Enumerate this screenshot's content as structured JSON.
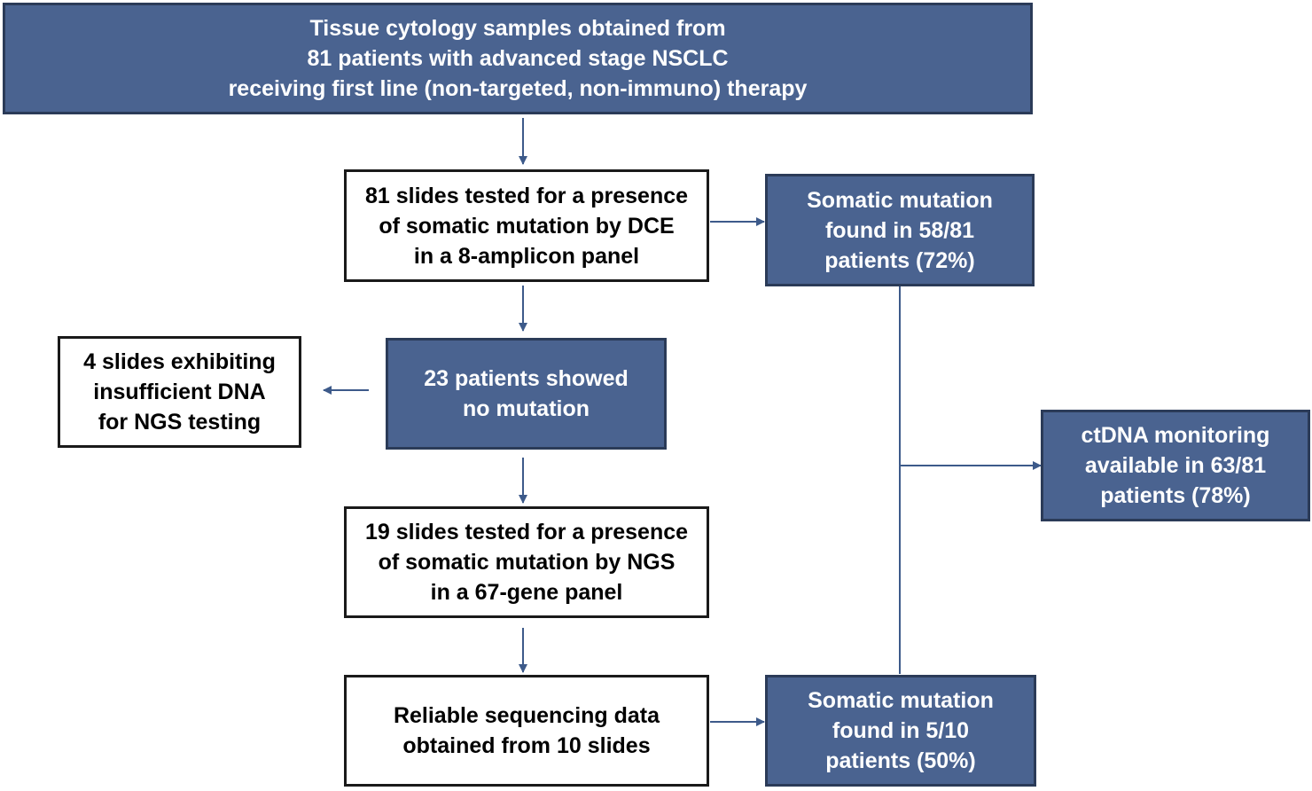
{
  "colors": {
    "dark_box_fill": "#4a6390",
    "dark_box_border": "#2b3b58",
    "arrow": "#3d5a8a"
  },
  "nodes": {
    "source": "Tissue cytology samples obtained from\n81 patients with advanced  stage NSCLC\nreceiving first line (non-targeted, non-immuno) therapy",
    "dce_test": "81 slides tested for a presence\nof somatic mutation by DCE\nin a 8-amplicon panel",
    "dce_found": "Somatic mutation\nfound in 58/81\npatients (72%)",
    "no_mutation": "23 patients showed\nno mutation",
    "insufficient_dna": "4 slides exhibiting\ninsufficient DNA\nfor NGS testing",
    "ngs_test": "19 slides tested for a presence\nof somatic mutation by NGS\nin a 67-gene panel",
    "reliable_data": "Reliable sequencing data\nobtained from 10 slides",
    "ngs_found": "Somatic mutation\nfound in 5/10\npatients (50%)",
    "ctdna": "ctDNA monitoring\navailable in 63/81\npatients (78%)"
  },
  "edges": [
    {
      "from": "source",
      "to": "dce_test"
    },
    {
      "from": "dce_test",
      "to": "dce_found"
    },
    {
      "from": "dce_test",
      "to": "no_mutation"
    },
    {
      "from": "no_mutation",
      "to": "insufficient_dna"
    },
    {
      "from": "no_mutation",
      "to": "ngs_test"
    },
    {
      "from": "ngs_test",
      "to": "reliable_data"
    },
    {
      "from": "reliable_data",
      "to": "ngs_found"
    },
    {
      "from": "dce_found",
      "to": "ctdna"
    },
    {
      "from": "ngs_found",
      "to": "ctdna"
    }
  ]
}
